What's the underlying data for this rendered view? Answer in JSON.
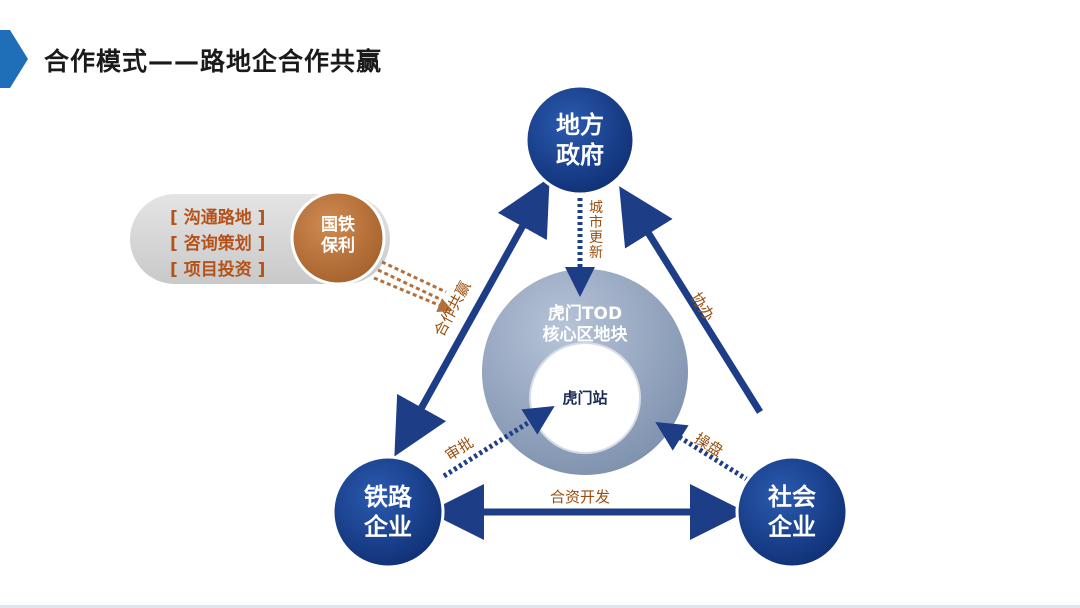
{
  "title": "合作模式——路地企合作共赢",
  "colors": {
    "node_blue": "#163c8c",
    "arrow_blue": "#1d3d86",
    "center_gray": "#8a9bb7",
    "orange_node": "#b4703a",
    "label_brown": "#9a4f10"
  },
  "nodes": {
    "government": "地方\n政府",
    "railway": "铁路\n企业",
    "social": "社会\n企业",
    "guotie": "国铁\n保利",
    "core": "虎门TOD\n核心区地块",
    "station": "虎门站"
  },
  "pill_items": [
    "[ 沟通路地 ]",
    "[ 咨询策划 ]",
    "[ 项目投资 ]"
  ],
  "edge_labels": {
    "cooperation": "合作共赢",
    "coordinate": "协办",
    "approve": "审批",
    "operate": "操盘",
    "joint": "合资开发",
    "renewal": "城市更新"
  }
}
